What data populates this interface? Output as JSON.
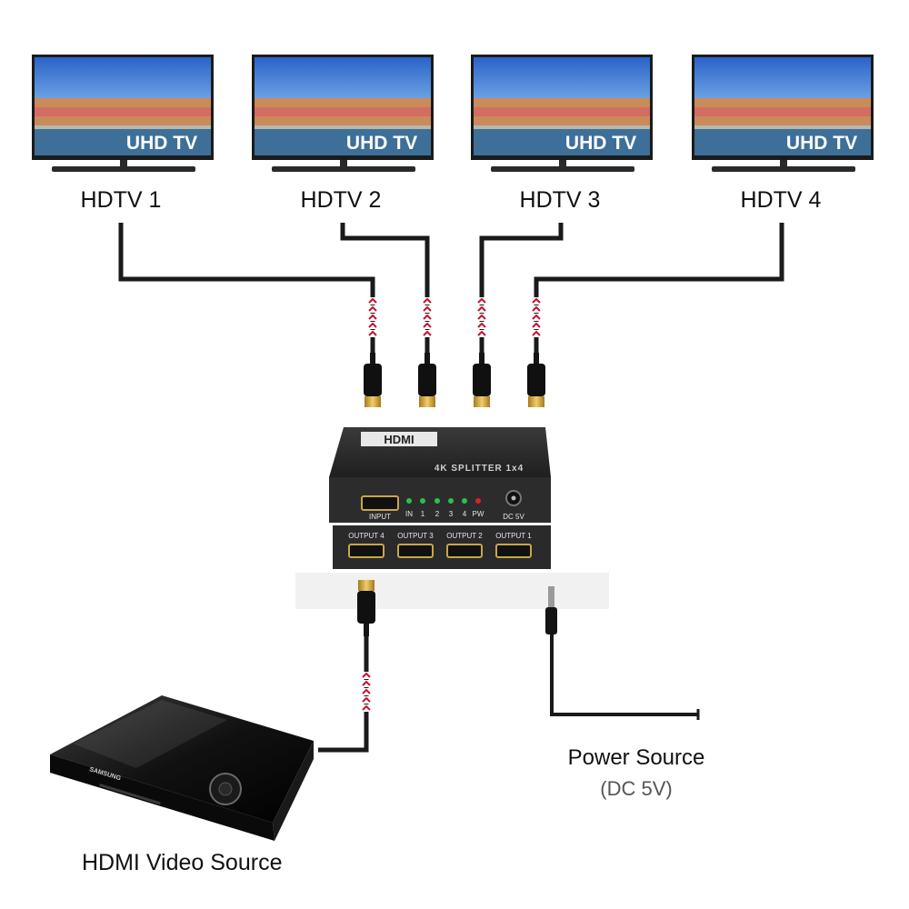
{
  "tvs": [
    {
      "label": "HDTV 1",
      "screen_text": "UHD TV"
    },
    {
      "label": "HDTV 2",
      "screen_text": "UHD TV"
    },
    {
      "label": "HDTV 3",
      "screen_text": "UHD TV"
    },
    {
      "label": "HDTV 4",
      "screen_text": "UHD TV"
    }
  ],
  "splitter": {
    "brand": "HDMI",
    "model": "4K SPLITTER 1x4",
    "input_label": "INPUT",
    "led_labels": [
      "IN",
      "1",
      "2",
      "3",
      "4",
      "PW"
    ],
    "dc_label": "DC 5V",
    "outputs": [
      "OUTPUT 4",
      "OUTPUT 3",
      "OUTPUT 2",
      "OUTPUT 1"
    ]
  },
  "player": {
    "brand": "SAMSUNG"
  },
  "power": {
    "title": "Power Source",
    "subtitle": "(DC 5V)"
  },
  "source": {
    "label": "HDMI Video Source"
  },
  "colors": {
    "cable": "#1a1a1a",
    "cable_accent": "#c8102e",
    "connector_gold": "#d4a537",
    "device_body": "#2b2b2b",
    "led_green": "#2fbf4a",
    "led_red": "#e02020"
  }
}
